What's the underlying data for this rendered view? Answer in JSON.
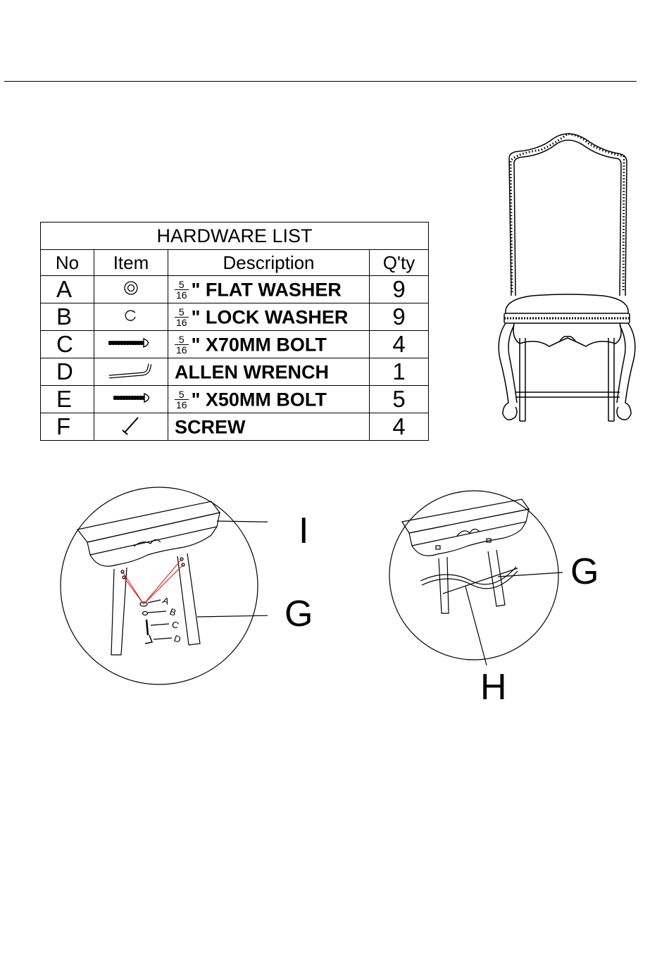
{
  "hardware_list": {
    "title": "HARDWARE LIST",
    "headers": {
      "no": "No",
      "item": "Item",
      "description": "Description",
      "qty": "Q'ty"
    },
    "fraction": {
      "numerator": "5",
      "denominator": "16"
    },
    "rows": [
      {
        "no": "A",
        "item_icon": "flat-washer-icon",
        "has_fraction": true,
        "description": "\" FLAT WASHER",
        "qty": "9"
      },
      {
        "no": "B",
        "item_icon": "lock-washer-icon",
        "has_fraction": true,
        "description": "\" LOCK WASHER",
        "qty": "9"
      },
      {
        "no": "C",
        "item_icon": "bolt-70mm-icon",
        "has_fraction": true,
        "description": "\" X70MM BOLT",
        "qty": "4"
      },
      {
        "no": "D",
        "item_icon": "allen-wrench-icon",
        "has_fraction": false,
        "description": "ALLEN WRENCH",
        "qty": "1"
      },
      {
        "no": "E",
        "item_icon": "bolt-50mm-icon",
        "has_fraction": true,
        "description": "\" X50MM BOLT",
        "qty": "5"
      },
      {
        "no": "F",
        "item_icon": "screw-icon",
        "has_fraction": false,
        "description": "SCREW",
        "qty": "4"
      }
    ]
  },
  "diagram_left": {
    "callouts": {
      "top": "I",
      "right": "G"
    },
    "hardware_letters": [
      "A",
      "B",
      "C",
      "D"
    ]
  },
  "diagram_right": {
    "callouts": {
      "right": "G",
      "bottom": "H"
    }
  },
  "colors": {
    "line": "#000000",
    "accent_red": "#e01010"
  }
}
